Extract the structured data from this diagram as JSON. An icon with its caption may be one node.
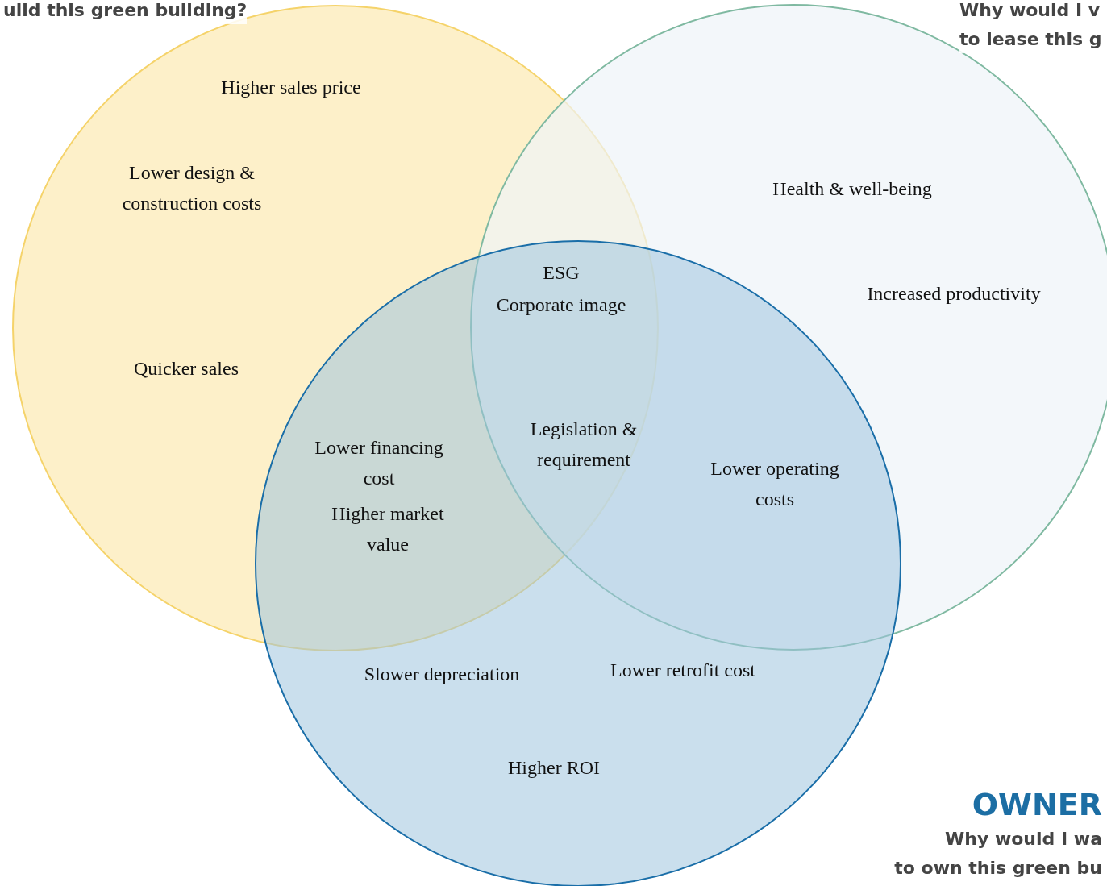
{
  "diagram": {
    "nodes": [
      {
        "text": [],
        "shape": "circle"
      },
      {
        "text": [],
        "shape": "circle"
      },
      {
        "text": [],
        "shape": "circle"
      }
    ],
    "labels": [
      "uild this green building?",
      "Why would I v",
      "to lease this g",
      "Higher sales price",
      "Lower design & construction costs",
      "Health & well-being",
      "ESG",
      "Corporate image",
      "Increased productivity",
      "Quicker sales",
      "Legislation & requirement",
      "Lower financing cost",
      "Lower operating costs",
      "Higher market value",
      "Lower retrofit cost",
      "Slower depreciation",
      "Higher ROI",
      "OWNER",
      "Why would I wa",
      "to own this green bu"
    ]
  }
}
